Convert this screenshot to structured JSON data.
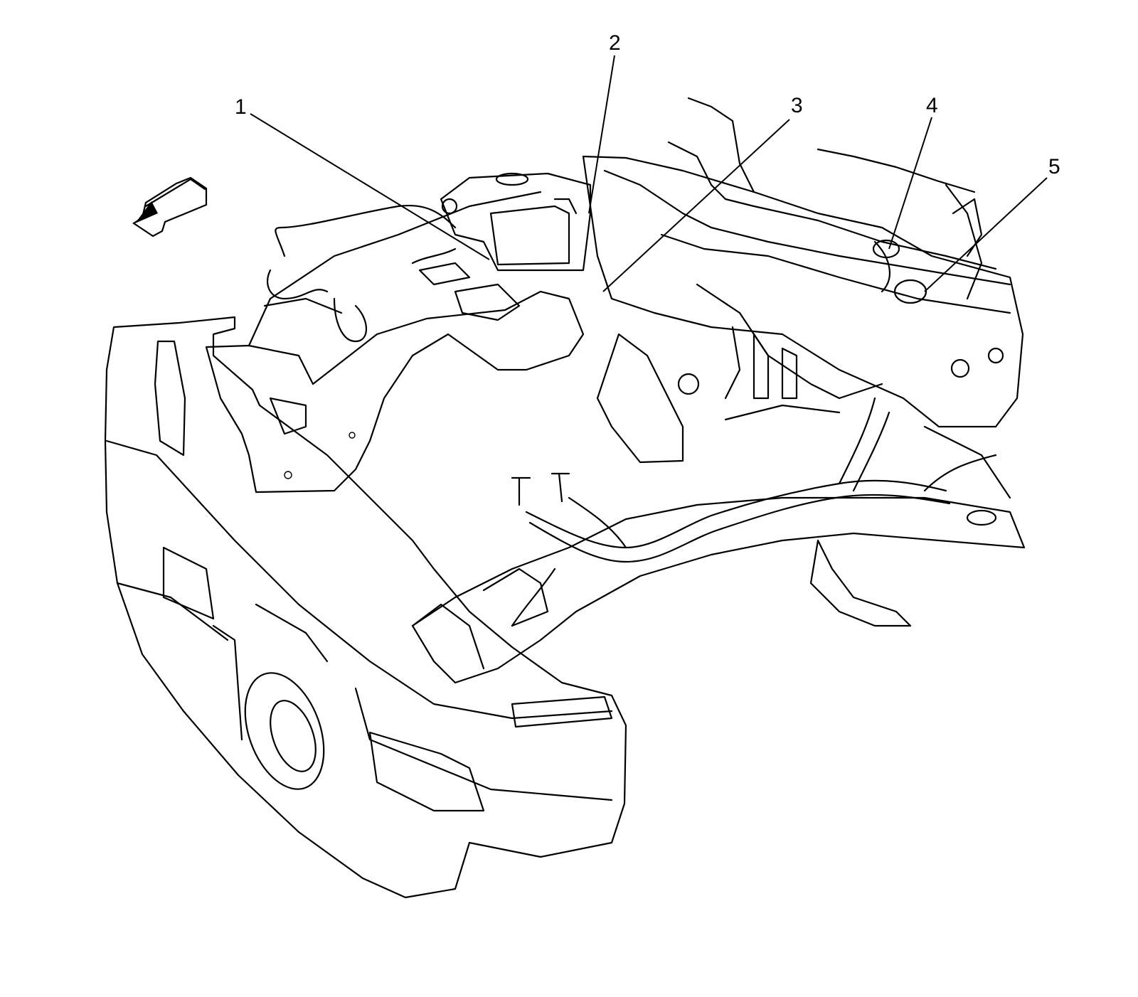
{
  "figure": {
    "callouts": [
      {
        "id": "callout-1",
        "label": "1"
      },
      {
        "id": "callout-2",
        "label": "2"
      },
      {
        "id": "callout-3",
        "label": "3"
      },
      {
        "id": "callout-4",
        "label": "4"
      },
      {
        "id": "callout-5",
        "label": "5"
      }
    ],
    "direction_arrow": {
      "icon": "front-direction-arrow-icon"
    },
    "line_color": "#000000",
    "background_color": "#ffffff"
  }
}
